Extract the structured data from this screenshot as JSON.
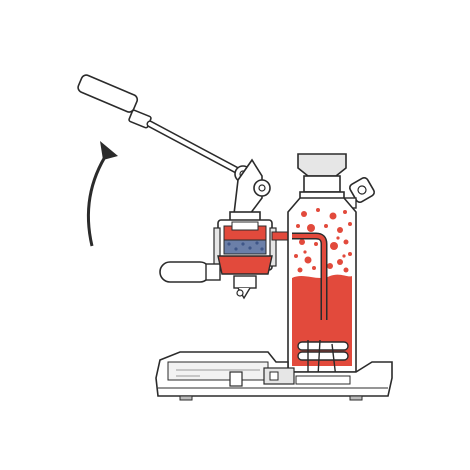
{
  "diagram": {
    "subject": "lever-espresso-machine-cutaway",
    "motion_indicator": "curved-arrow-up",
    "colors": {
      "background": "#ffffff",
      "outline": "#2b2b2b",
      "body_fill": "#ffffff",
      "light_gray": "#e6e6e6",
      "mid_gray": "#bdbdbd",
      "water_red": "#e24a3c",
      "coffee_blue": "#6b7fa8",
      "coffee_dots": "#4d6494"
    },
    "icons": [
      "lever-handle",
      "boiler-cap",
      "steam-knob",
      "group-head",
      "portafilter",
      "heating-element",
      "drip-tray-base"
    ]
  }
}
